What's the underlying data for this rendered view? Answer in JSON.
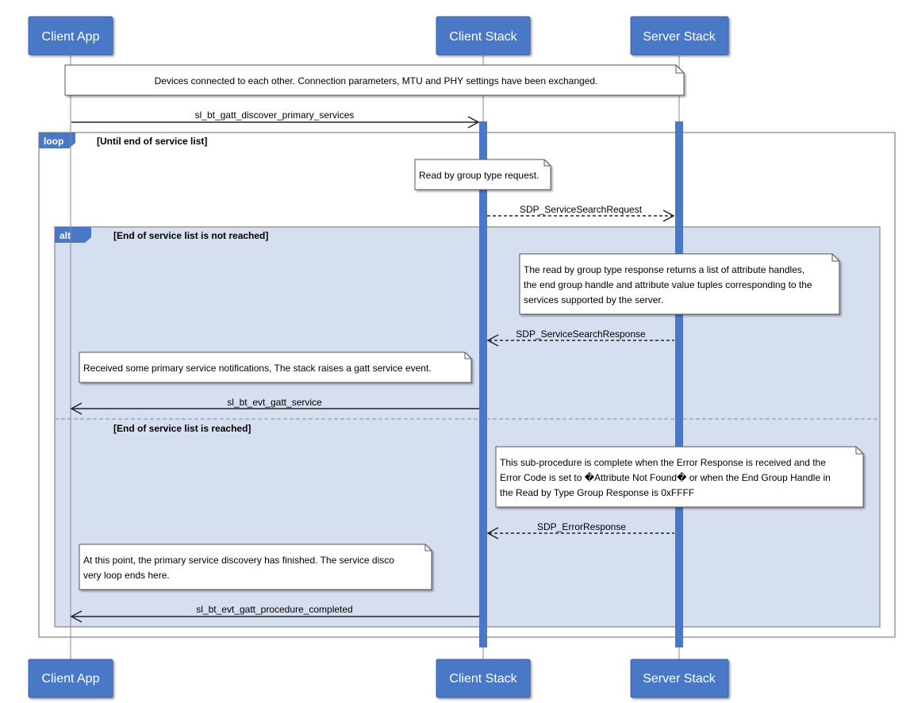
{
  "participants": {
    "client_app": "Client App",
    "client_stack": "Client Stack",
    "server_stack": "Server Stack"
  },
  "messages": {
    "discover": "sl_bt_gatt_discover_primary_services",
    "search_request": "SDP_ServiceSearchRequest",
    "search_response": "SDP_ServiceSearchResponse",
    "evt_service": "sl_bt_evt_gatt_service",
    "error_response": "SDP_ErrorResponse",
    "procedure_completed": "sl_bt_evt_gatt_procedure_completed"
  },
  "notes": {
    "connected": "Devices connected to each other. Connection parameters, MTU and PHY settings have been exchanged.",
    "read_request": "Read by group type request.",
    "read_response": [
      "The read by group type response returns a list of attribute handles,",
      "the end group handle and attribute value tuples corresponding to the",
      "services supported by the server."
    ],
    "notifications": "Received some primary service notifications, The stack raises a gatt service event.",
    "sub_procedure": [
      "This sub-procedure is complete when the Error Response is received and the",
      "Error Code is set to �Attribute Not Found� or when the End Group Handle in",
      "the Read by Type Group Response is 0xFFFF"
    ],
    "finished": [
      "At this point, the primary service discovery has finished. The service disco",
      "very loop ends here."
    ]
  },
  "groups": {
    "loop_tag": "loop",
    "loop_condition": "[Until end of service list]",
    "alt_tag": "alt",
    "alt_condition_1": "[End of service list is not reached]",
    "alt_condition_2": "[End of service list is reached]"
  },
  "colors": {
    "participant_fill": "#4a78c6",
    "activation_bar": "#4a78c6",
    "alt_fill": "#d6dff0",
    "frame_border": "#9a9a9a",
    "lifeline": "#888888"
  }
}
